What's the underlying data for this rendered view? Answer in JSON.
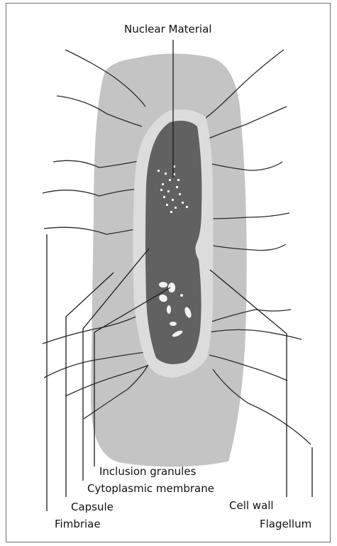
{
  "diagram": {
    "labels": {
      "nuclear_material": "Nuclear Material",
      "inclusion_granules": "Inclusion granules",
      "cytoplasmic_membrane": "Cytoplasmic membrane",
      "capsule": "Capsule",
      "cell_wall": "Cell wall",
      "fimbriae": "Fimbriae",
      "flagellum": "Flagellum"
    },
    "colors": {
      "capsule": "#c4c4c4",
      "cell_wall": "#dcdcdc",
      "cytoplasm": "#616161",
      "lines": "#1a1a1a",
      "granules": "#f2f2f2"
    }
  }
}
